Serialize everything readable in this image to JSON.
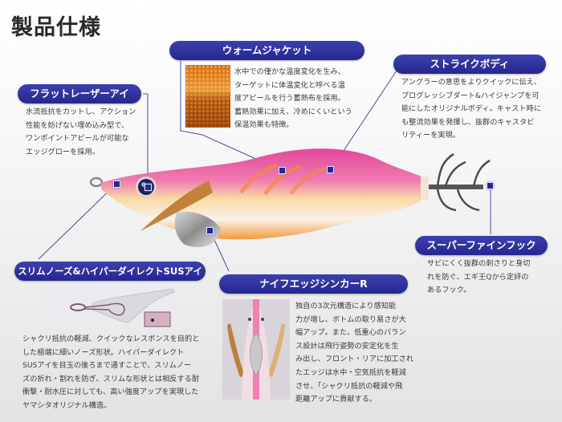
{
  "page": {
    "title": "製品仕様"
  },
  "features": {
    "warm_jacket": {
      "label": "ウォームジャケット",
      "lines": [
        "水中での僅かな温度変化を生み、",
        "ターゲットに体温変化と呼べる温",
        "度アピールを行う蓄熱布を採用。",
        "蓄熱効果に加え、冷めにくいという",
        "保温効果も特徴。"
      ]
    },
    "strike_body": {
      "label": "ストライクボディ",
      "lines": [
        "アングラーの意思をよりクイックに伝え、",
        "プログレッシブダート&ハイジャンプを可",
        "能にしたオリジナルボディ。キャスト時に",
        "も整流効果を発揮し、抜群のキャスタビ",
        "リティーを実現。"
      ]
    },
    "flat_laser_eye": {
      "label": "フラットレーザーアイ",
      "lines": [
        "水流抵抗をカットし、アクション",
        "性能を妨げない埋め込み型で、",
        "ワンポイントアピールが可能な",
        "エッジグローを採用。"
      ]
    },
    "super_fine_hook": {
      "label": "スーパーファインフック",
      "lines": [
        "サビにくく抜群の刺さりと身切",
        "れを防ぐ、エギ王Qから定評の",
        "あるフック。"
      ]
    },
    "slim_nose": {
      "label": "スリムノーズ&ハイパーダイレクトSUSアイ",
      "lines": [
        "シャクリ抵抗の軽減、クイックなレスポンスを目的と",
        "した極端に細いノーズ形状。ハイパーダイレクト",
        "SUSアイを目玉の後ろまで通すことで、スリムノー",
        "ズの折れ・割れを防ぎ、スリムな形状とは相反する耐",
        "衝撃・耐水圧に対しても、高い強度アップを実現した",
        "ヤマシタオリジナル構造。"
      ]
    },
    "knife_edge_sinker": {
      "label": "ナイフエッジシンカーR",
      "lines": [
        "独自の3次元構造により感知能",
        "力が増し、ボトムの取り易さが大",
        "幅アップ。また、低重心のバラン",
        "ス設計は飛行姿勢の安定化を生",
        "み出し、フロント・リアに加工され",
        "たエッジは水中・空気抵抗を軽減",
        "させ、「シャクリ抵抗の軽減や飛",
        "距離アップに貢献する。"
      ]
    }
  },
  "colors": {
    "pill": "#2b2d95",
    "lure_pink": "#e8549a",
    "lure_orange": "#f2a64a"
  }
}
